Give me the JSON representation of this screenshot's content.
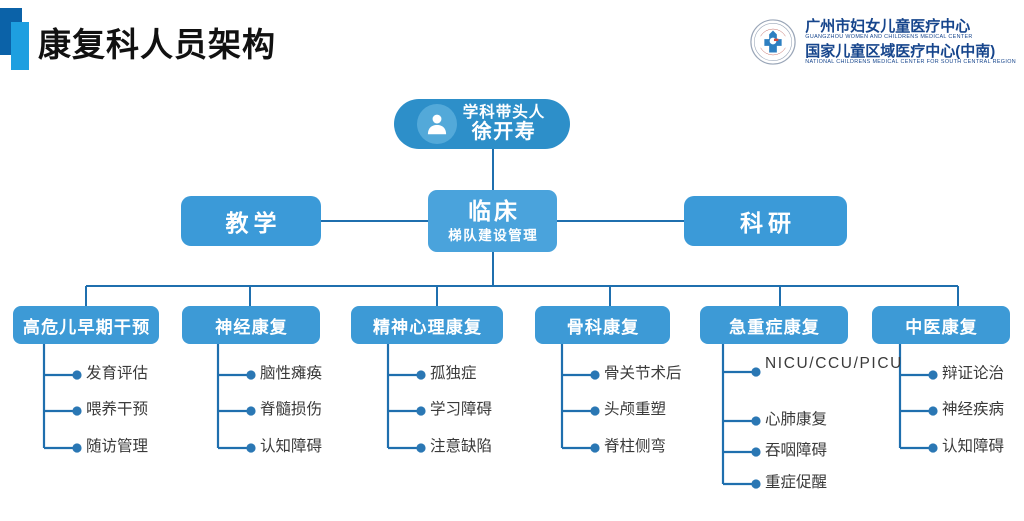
{
  "header": {
    "title": "康复科人员架构",
    "accent_dark": "#0b62a8",
    "accent_light": "#1e9fe0"
  },
  "logo": {
    "seal_name": "hospital-seal",
    "cn_line1": "广州市妇女儿童医疗中心",
    "en_line1": "GUANGZHOU WOMEN AND CHILDRENS MEDICAL CENTER",
    "cn_line2": "国家儿童区域医疗中心(中南)",
    "en_line2": "NATIONAL CHILDRENS MEDICAL CENTER FOR SOUTH CENTRAL REGION",
    "color": "#16458c"
  },
  "chart_data": {
    "type": "diagram",
    "title": "康复科人员架构",
    "colors": {
      "leader_box": "#2d8fc9",
      "avatar_circle": "#53a9d9",
      "mid_box": "#3b9ad8",
      "clinic_box": "#4aa3dc",
      "dept_box": "#3d9ad6",
      "connector": "#1f6fae",
      "leaf_text": "#3a3a3a"
    },
    "leader": {
      "role": "学科带头人",
      "name": "徐开寿",
      "icon": "person-icon"
    },
    "mid_level": [
      {
        "label": "教学"
      },
      {
        "label": "临床",
        "sub_label": "梯队建设管理"
      },
      {
        "label": "科研"
      }
    ],
    "departments": [
      {
        "label": "高危儿早期干预",
        "items": [
          "发育评估",
          "喂养干预",
          "随访管理"
        ]
      },
      {
        "label": "神经康复",
        "items": [
          "脑性瘫痪",
          "脊髓损伤",
          "认知障碍"
        ]
      },
      {
        "label": "精神心理康复",
        "items": [
          "孤独症",
          "学习障碍",
          "注意缺陷"
        ]
      },
      {
        "label": "骨科康复",
        "items": [
          "骨关节术后",
          "头颅重塑",
          "脊柱侧弯"
        ]
      },
      {
        "label": "急重症康复",
        "items": [
          "NICU/CCU/PICU",
          "心肺康复",
          "吞咽障碍",
          "重症促醒"
        ]
      },
      {
        "label": "中医康复",
        "items": [
          "辩证论治",
          "神经疾病",
          "认知障碍"
        ]
      }
    ]
  }
}
